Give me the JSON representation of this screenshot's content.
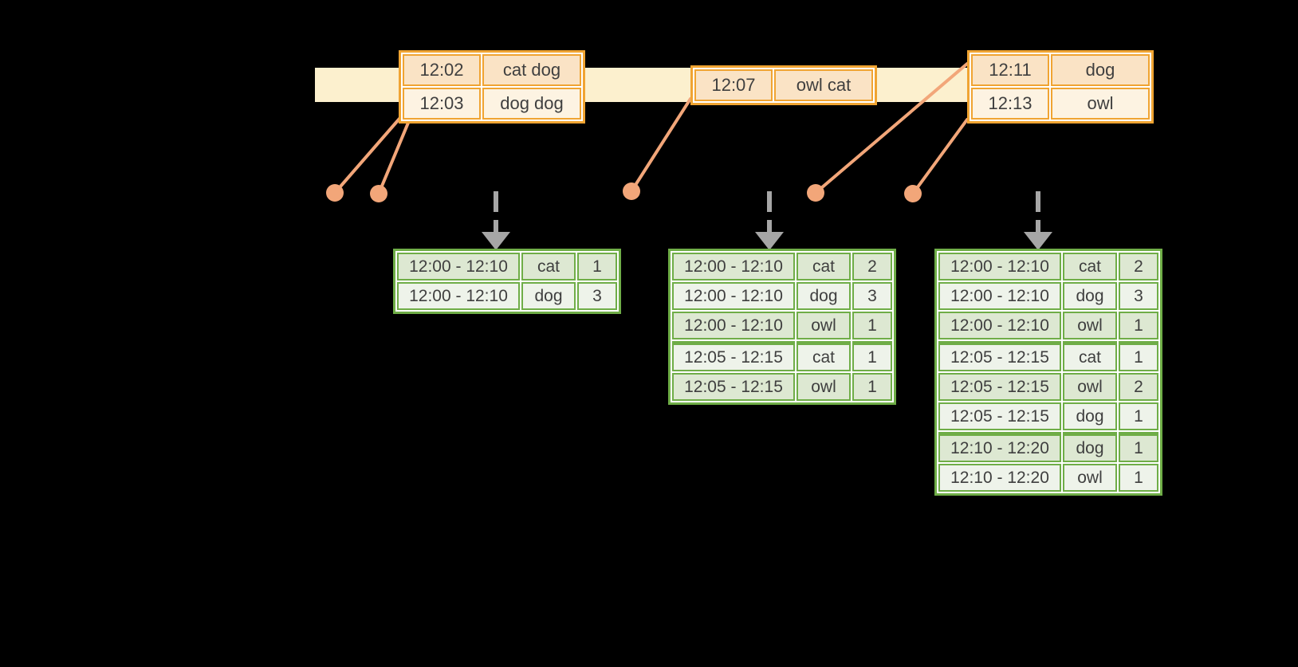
{
  "colors": {
    "background": "#000000",
    "timeline_fill": "#FCF0CE",
    "event_border": "#F0A432",
    "event_row_peach": "#FAE3C5",
    "event_row_cream": "#FDF3E2",
    "marker": "#F2A679",
    "result_border": "#6FAD47",
    "result_row_green": "#DDE8D2",
    "result_row_light": "#EEF3EA",
    "emit_arrow": "#A6A6A6",
    "text": "#3F3F3F"
  },
  "icons": {
    "timeline_arrow": "right-arrow",
    "event_marker": "dot-with-leader-line",
    "emit_arrow": "dashed-down-arrow"
  },
  "event_tables": [
    {
      "rows": [
        {
          "time": "12:02",
          "words": "cat dog"
        },
        {
          "time": "12:03",
          "words": "dog dog"
        }
      ]
    },
    {
      "rows": [
        {
          "time": "12:07",
          "words": "owl cat"
        }
      ]
    },
    {
      "rows": [
        {
          "time": "12:11",
          "words": "dog"
        },
        {
          "time": "12:13",
          "words": "owl"
        }
      ]
    }
  ],
  "result_tables": [
    {
      "rows": [
        {
          "window": "12:00 - 12:10",
          "word": "cat",
          "count": "1"
        },
        {
          "window": "12:00 - 12:10",
          "word": "dog",
          "count": "3"
        }
      ]
    },
    {
      "rows": [
        {
          "window": "12:00 - 12:10",
          "word": "cat",
          "count": "2"
        },
        {
          "window": "12:00 - 12:10",
          "word": "dog",
          "count": "3"
        },
        {
          "window": "12:00 - 12:10",
          "word": "owl",
          "count": "1"
        },
        {
          "window": "12:05 - 12:15",
          "word": "cat",
          "count": "1"
        },
        {
          "window": "12:05 - 12:15",
          "word": "owl",
          "count": "1"
        }
      ]
    },
    {
      "rows": [
        {
          "window": "12:00 - 12:10",
          "word": "cat",
          "count": "2"
        },
        {
          "window": "12:00 - 12:10",
          "word": "dog",
          "count": "3"
        },
        {
          "window": "12:00 - 12:10",
          "word": "owl",
          "count": "1"
        },
        {
          "window": "12:05 - 12:15",
          "word": "cat",
          "count": "1"
        },
        {
          "window": "12:05 - 12:15",
          "word": "owl",
          "count": "2"
        },
        {
          "window": "12:05 - 12:15",
          "word": "dog",
          "count": "1"
        },
        {
          "window": "12:10 - 12:20",
          "word": "dog",
          "count": "1"
        },
        {
          "window": "12:10 - 12:20",
          "word": "owl",
          "count": "1"
        }
      ]
    }
  ]
}
